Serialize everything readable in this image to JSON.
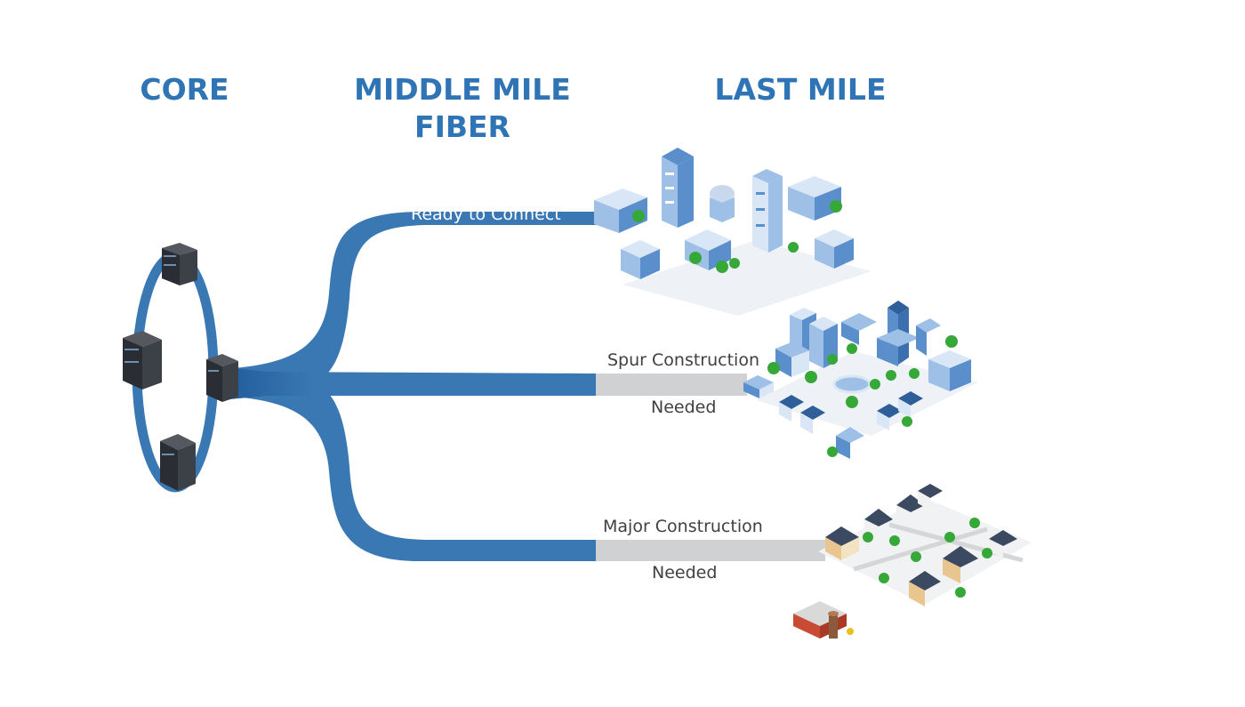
{
  "headings": {
    "core": "CORE",
    "middle_mile_line1": "MIDDLE MILE",
    "middle_mile_line2": "FIBER",
    "last_mile": "LAST MILE"
  },
  "routes": {
    "top_label": "Ready to Connect",
    "middle_label_line1": "Spur Construction",
    "middle_label_line2": "Needed",
    "bottom_label_line1": "Major Construction",
    "bottom_label_line2": "Needed"
  },
  "colors": {
    "heading_blue": "#2f74b5",
    "fiber_blue": "#3a78b4",
    "fiber_dark": "#1f5b99",
    "gap_grey": "#cfd1d3",
    "building_light": "#d9e6f5",
    "building_mid": "#9ec0e6",
    "building_dark": "#5b8fcc",
    "tree_green": "#35a838",
    "barn_red": "#c94b34",
    "server_dark": "#2a2d33"
  },
  "icons": {
    "core_servers": "server-rack-icon",
    "top_cluster": "city-office-buildings-icon",
    "middle_cluster": "suburban-town-icon",
    "bottom_cluster": "rural-houses-icon",
    "barn": "farm-barn-icon"
  }
}
